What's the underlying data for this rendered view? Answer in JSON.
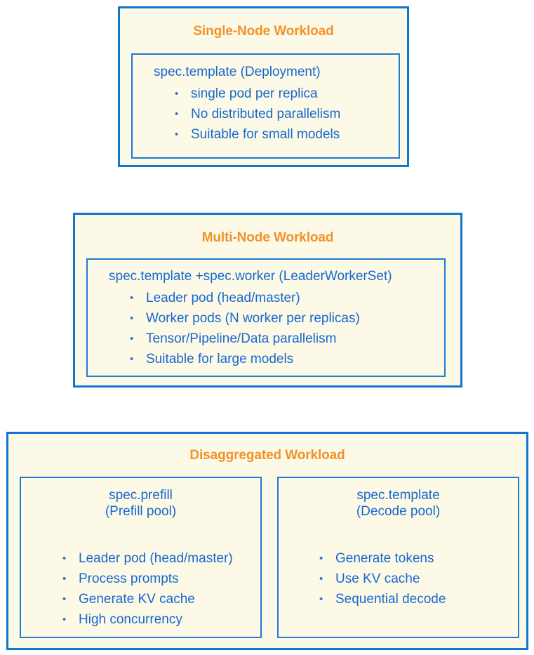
{
  "page": {
    "background_color": "#ffffff",
    "accent_title_color": "#f0922b",
    "body_text_color": "#1668cf",
    "border_color": "#1076cf",
    "card_fill_color": "#fdf9e7"
  },
  "bullet_glyph": "•",
  "cards": [
    {
      "id": "single-node",
      "title": "Single-Node Workload",
      "inner": [
        {
          "heading": "spec.template (Deployment)",
          "bullets": [
            "single pod per replica",
            "No distributed parallelism",
            "Suitable for small models"
          ]
        }
      ]
    },
    {
      "id": "multi-node",
      "title": "Multi-Node Workload",
      "inner": [
        {
          "heading": "spec.template +spec.worker (LeaderWorkerSet)",
          "bullets": [
            "Leader pod (head/master)",
            "Worker pods (N worker per replicas)",
            "Tensor/Pipeline/Data parallelism",
            "Suitable for large models"
          ]
        }
      ]
    },
    {
      "id": "disaggregated",
      "title": "Disaggregated Workload",
      "inner": [
        {
          "heading_line1": "spec.prefill",
          "heading_line2": "(Prefill pool)",
          "bullets": [
            "Leader pod (head/master)",
            "Process prompts",
            "Generate KV cache",
            "High concurrency"
          ]
        },
        {
          "heading_line1": "spec.template",
          "heading_line2": "(Decode pool)",
          "bullets": [
            "Generate tokens",
            "Use KV cache",
            "Sequential decode"
          ]
        }
      ]
    }
  ]
}
